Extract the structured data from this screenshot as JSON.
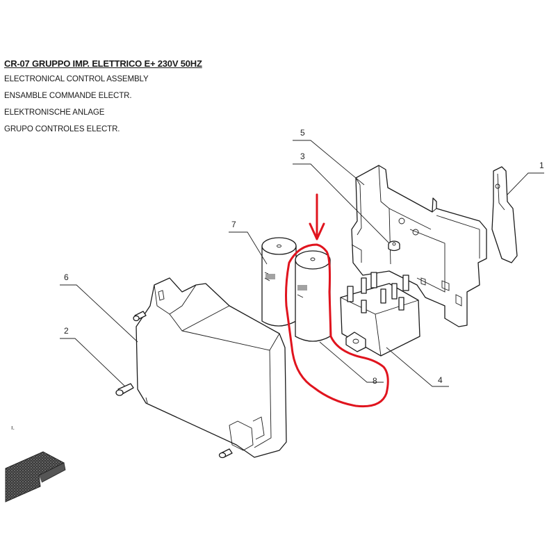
{
  "header": {
    "title": "CR-07 GRUPPO IMP. ELETTRICO E+ 230V 50HZ",
    "subtitles": [
      "ELECTRONICAL CONTROL ASSEMBLY",
      "ENSAMBLE COMMANDE ELECTR.",
      "ELEKTRONISCHE ANLAGE",
      "GRUPO CONTROLES ELECTR."
    ]
  },
  "callouts": {
    "c1": "1",
    "c2": "2",
    "c3": "3",
    "c4": "4",
    "c5": "5",
    "c6": "6",
    "c7": "7",
    "c8": "8"
  },
  "marker": "ı.",
  "annotation": {
    "color": "#e0141e"
  }
}
